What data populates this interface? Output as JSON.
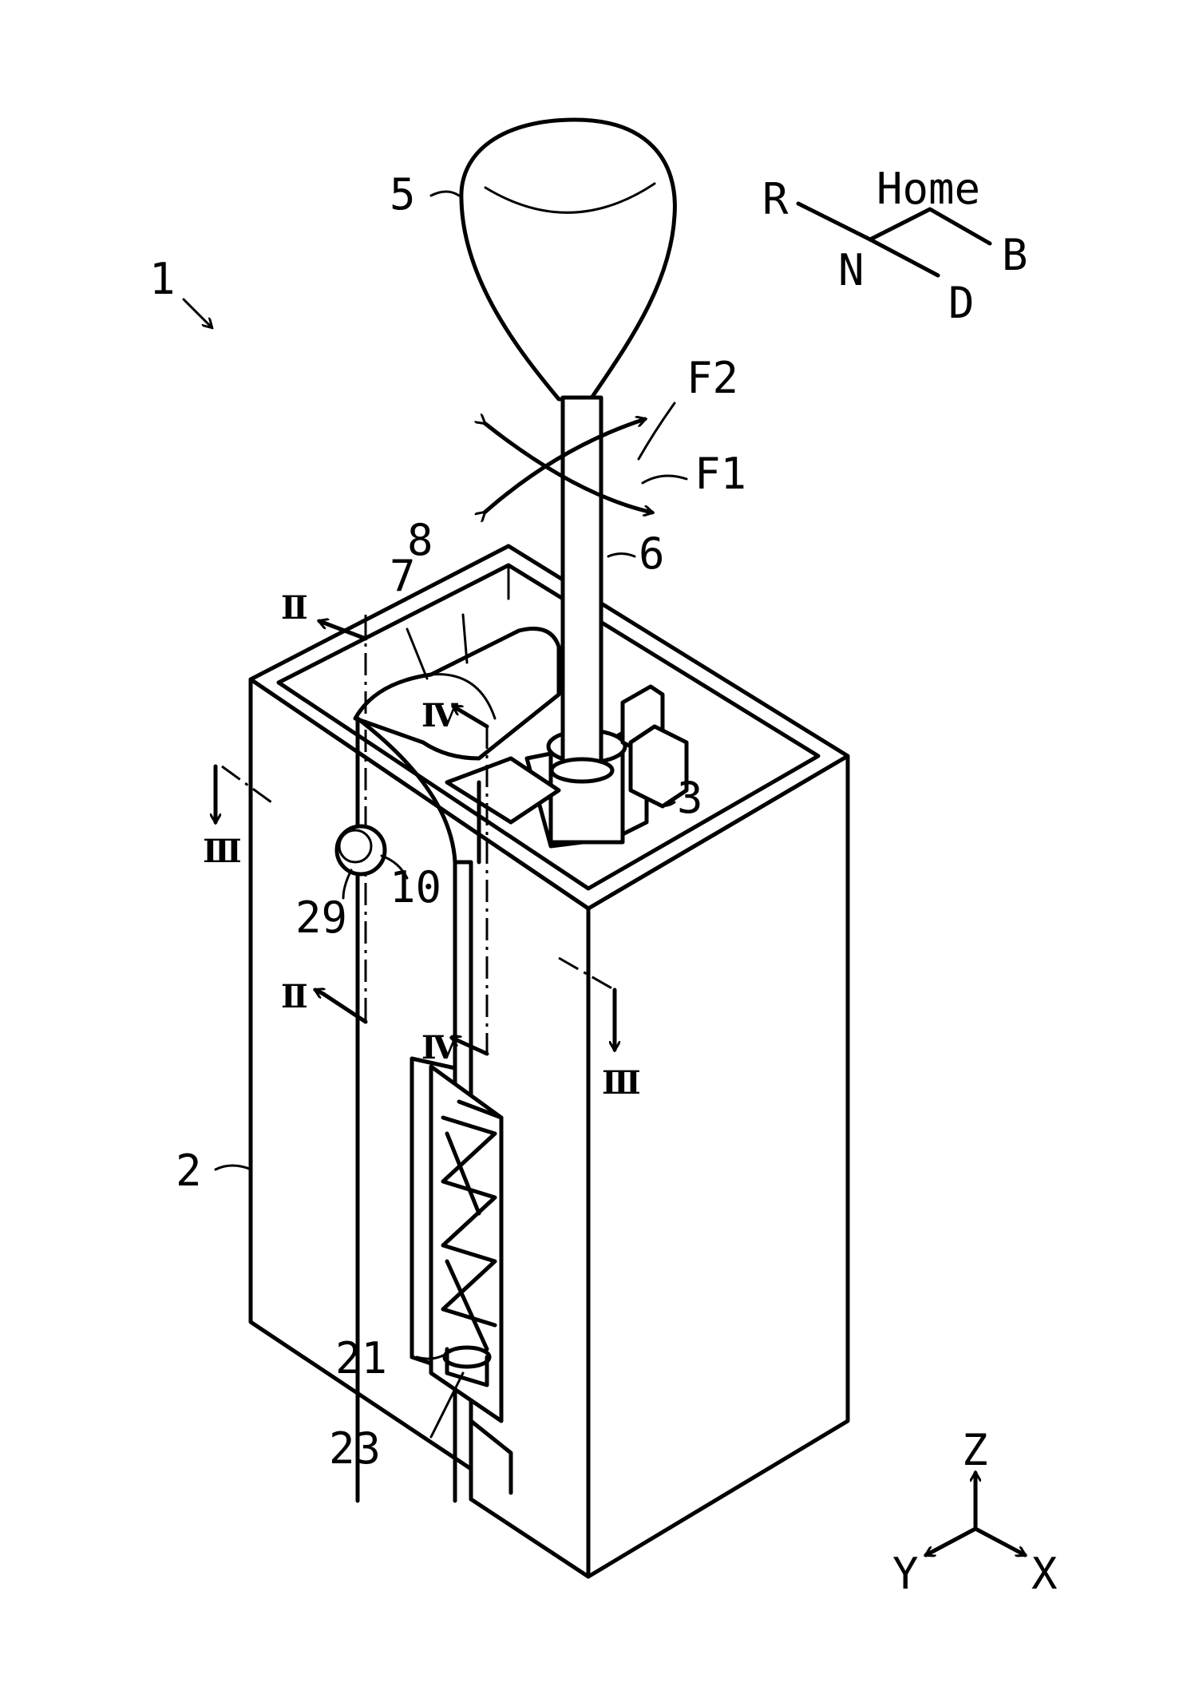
{
  "figure": {
    "labels": {
      "device": "1",
      "housing": "2",
      "shaft_holder": "3",
      "knob": "5",
      "lever": "6",
      "part7": "7",
      "part8": "8",
      "part10": "10",
      "part21": "21",
      "part23": "23",
      "part29": "29",
      "f1": "F1",
      "f2": "F2"
    },
    "sections": {
      "s2": "Ⅱ",
      "s3": "Ⅲ",
      "s4": "Ⅳ"
    },
    "shift_pattern": {
      "home": "Home",
      "r": "R",
      "n": "N",
      "b": "B",
      "d": "D"
    },
    "axes": {
      "z": "Z",
      "y": "Y",
      "x": "X"
    }
  }
}
